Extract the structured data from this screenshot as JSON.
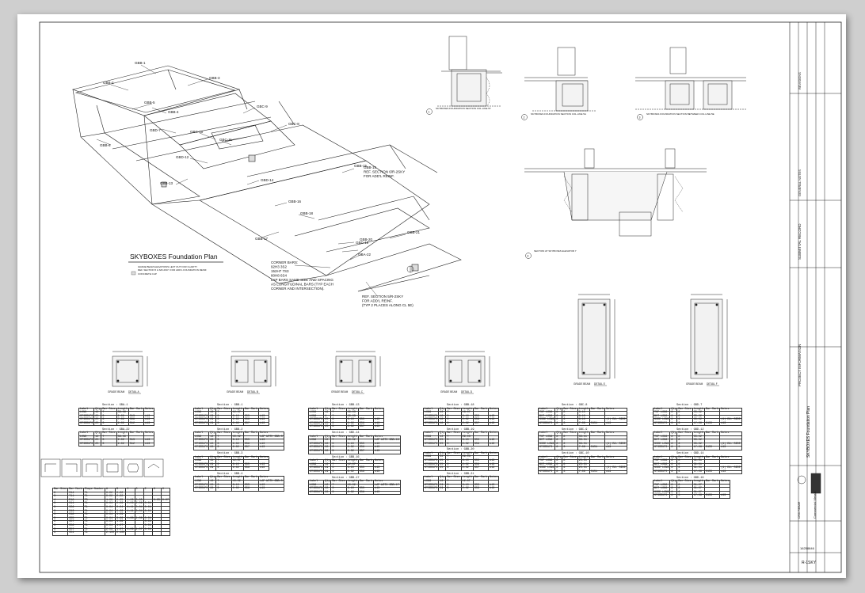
{
  "plan": {
    "title": "SKYBOXES Foundation Plan",
    "notes": [
      "GRADE BEAM ELEVATIONS LEFT OUT FOR CLARITY",
      "REF. SECTION 5 & 6/R-2SKY FOR ADD'L FOUNDATION REINF",
      "CONCRETE CAP"
    ],
    "labels": [
      "GBB-1",
      "GBB-2",
      "GBB-3",
      "GBB-4",
      "GBB-5",
      "GBB-6",
      "GBD-7",
      "GBC-8",
      "GBC-9",
      "GBC-10",
      "GBC-11",
      "GBD-12",
      "GBB-13",
      "GBD-14",
      "GBB-15",
      "GBB-16",
      "GBB-17",
      "GBB-18",
      "GBD-19",
      "GBB-20",
      "GBB-21",
      "GBA-22"
    ],
    "callout_ref": "GBB-15\nREF. SECTION 6/R-2SKY\nFOR ADD'L REINF.",
    "corner_bars": "CORNER BARS:\n92H3 3S2\n152H7 7S3\n80H8 6S4",
    "lap_bars": "LAP BARS SAME SIZE AND SPACING\nAS LONGITUDINAL BARS (TYP EACH\nCORNER AND INTERSECTION).",
    "ref_section": "REF. SECTION 5/R-2SKY\nFOR ADD'L REINF.\n(TYP 2 PLACES ALONG CL 5E)"
  },
  "top_sections": [
    {
      "id": "1",
      "title": "SKYBOXES FOUNDATION SECTION COL.LINE 5T"
    },
    {
      "id": "2",
      "title": "SKYBOXES FOUNDATION SECTION COL.LINE 5A"
    },
    {
      "id": "3",
      "title": "SKYBOXES FOUNDATION SECTION BETWEEN COL.LINE 5E"
    },
    {
      "id": "4",
      "title": "SECTION AT SKYBOXES ELEVATOR 7"
    }
  ],
  "details": [
    {
      "id": "detail-a",
      "caption": "GRADE BEAM",
      "detail": "DETAIL A"
    },
    {
      "id": "detail-b",
      "caption": "GRADE BEAM",
      "detail": "DETAIL B"
    },
    {
      "id": "detail-c",
      "caption": "GRADE BEAM",
      "detail": "DETAIL C"
    },
    {
      "id": "detail-d",
      "caption": "GRADE BEAM",
      "detail": "DETAIL D"
    },
    {
      "id": "detail-e",
      "caption": "GRADE BEAM",
      "detail": "DETAIL E"
    },
    {
      "id": "detail-f",
      "caption": "GRADE BEAM",
      "detail": "DETAIL F"
    }
  ],
  "schedules": {
    "header": [
      "Label",
      "Qty",
      "Bar Size",
      "Length",
      "Bar Mark",
      "Notes"
    ],
    "col1": [
      {
        "title": "Section : GBA-1",
        "rows": [
          [
            "LONG",
            "12",
            "7",
            "39-06",
            "",
            ""
          ],
          [
            "STIRRUPS",
            "25",
            "3",
            "2-02",
            "S13",
            "#13"
          ],
          [
            "STIRRUPS",
            "25",
            "3",
            "7-02",
            "S08",
            "#13"
          ],
          [
            "STIRRUPS",
            "25",
            "3",
            "2-02",
            "S12",
            "#13"
          ]
        ]
      },
      {
        "title": "Section : GBA-22",
        "rows": [
          [
            "LONG",
            "12",
            "7",
            "39-06",
            "",
            ""
          ],
          [
            "STIRRUPS",
            "25",
            "3",
            "2-02",
            "S13",
            "#13"
          ],
          [
            "STIRRUPS",
            "25",
            "3",
            "2-02",
            "S12",
            "#13"
          ]
        ]
      }
    ],
    "col2": [
      {
        "title": "Section : GBB-1",
        "rows": [
          [
            "LONG",
            "12",
            "7",
            "12-07",
            "",
            ""
          ],
          [
            "STIRRUPS",
            "29",
            "3",
            "6-10",
            "S55",
            "#13"
          ],
          [
            "STIRRUPS",
            "29",
            "3",
            "2-02",
            "S56",
            "#13"
          ],
          [
            "STIRRUPS",
            "29",
            "3",
            "2-02",
            "S57",
            "#13"
          ]
        ]
      },
      {
        "title": "Section : GBB-2",
        "rows": [
          [
            "LONG",
            "12",
            "7",
            "40-02",
            "",
            "LAP WITH GBB-3"
          ],
          [
            "STIRRUPS",
            "28",
            "3",
            "6-10",
            "S55",
            "#13"
          ],
          [
            "STIRRUPS",
            "28",
            "3",
            "2-02",
            "S56",
            "#13"
          ],
          [
            "STIRRUPS",
            "28",
            "3",
            "2-02",
            "S57",
            "#13"
          ]
        ]
      },
      {
        "title": "Section : GBB-3",
        "rows": [
          [
            "LONG",
            "12",
            "7",
            "12-07",
            "",
            ""
          ],
          [
            "STIRRUPS",
            "29",
            "3",
            "6-10",
            "S55",
            "#13"
          ],
          [
            "STIRRUPS",
            "29",
            "3",
            "2-02",
            "S56",
            "#13"
          ]
        ]
      },
      {
        "title": "Section : GBB-4",
        "rows": [
          [
            "LONG",
            "12",
            "7",
            "40-02",
            "",
            "LAP WITH GBB-5"
          ],
          [
            "STIRRUPS",
            "28",
            "3",
            "6-10",
            "S55",
            "#13"
          ],
          [
            "STIRRUPS",
            "28",
            "3",
            "2-02",
            "S56",
            "#13"
          ]
        ]
      }
    ],
    "col3": [
      {
        "title": "Section : GBB-13",
        "rows": [
          [
            "LONG",
            "12",
            "7",
            "29-03",
            "",
            ""
          ],
          [
            "LONG",
            "4",
            "7",
            "29-03",
            "",
            ""
          ],
          [
            "STIRRUPS",
            "25",
            "3",
            "6-10",
            "S55",
            "#13"
          ],
          [
            "STIRRUPS",
            "25",
            "3",
            "2-02",
            "S56",
            "#13"
          ],
          [
            "STIRRUPS",
            "25",
            "3",
            "2-02",
            "S57",
            "#13"
          ]
        ]
      },
      {
        "title": "Section : GBD-14",
        "rows": [
          [
            "LONG",
            "12",
            "7",
            "40-02",
            "",
            "LAP WITH GBB-16"
          ],
          [
            "STIRRUPS",
            "28",
            "3",
            "6-10",
            "S55",
            "#13"
          ],
          [
            "STIRRUPS",
            "28",
            "3",
            "2-02",
            "S56",
            "#13"
          ],
          [
            "STIRRUPS",
            "28",
            "3",
            "2-02",
            "S57",
            "#13"
          ]
        ]
      },
      {
        "title": "Section : GBB-16",
        "rows": [
          [
            "LONG",
            "12",
            "7",
            "12-07",
            "",
            ""
          ],
          [
            "STIRRUPS",
            "29",
            "3",
            "6-10",
            "S55",
            "#13"
          ],
          [
            "STIRRUPS",
            "29",
            "3",
            "2-02",
            "S56",
            "#13"
          ]
        ]
      },
      {
        "title": "Section : GBB-17",
        "rows": [
          [
            "LONG",
            "12",
            "7",
            "40-02",
            "",
            "LAP WITH GBB-17"
          ],
          [
            "STIRRUPS",
            "28",
            "3",
            "6-10",
            "S55",
            "#13"
          ],
          [
            "STIRRUPS",
            "28",
            "3",
            "2-02",
            "S56",
            "#13"
          ]
        ]
      }
    ],
    "col4": [
      {
        "title": "Section : GBB-18",
        "rows": [
          [
            "LONG",
            "12",
            "7",
            "18-07",
            "",
            ""
          ],
          [
            "STIRRUPS",
            "18",
            "3",
            "6-10",
            "S55",
            "#13"
          ],
          [
            "STIRRUPS",
            "18",
            "3",
            "2-02",
            "S56",
            "#13"
          ],
          [
            "STIRRUPS",
            "18",
            "3",
            "2-02",
            "S57",
            "#13"
          ]
        ]
      },
      {
        "title": "Section : GBB-19",
        "rows": [
          [
            "LONG",
            "12",
            "7",
            "29-03",
            "",
            ""
          ],
          [
            "STIRRUPS",
            "25",
            "3",
            "6-10",
            "S55",
            "#13"
          ],
          [
            "STIRRUPS",
            "25",
            "3",
            "2-02",
            "S56",
            "#13"
          ]
        ]
      },
      {
        "title": "Section : GBB-20",
        "rows": [
          [
            "LONG",
            "12",
            "7",
            "29-03",
            "",
            ""
          ],
          [
            "STIRRUPS",
            "25",
            "3",
            "6-10",
            "S55",
            "#13"
          ],
          [
            "STIRRUPS",
            "25",
            "3",
            "2-02",
            "S56",
            "#13"
          ],
          [
            "STIRRUPS",
            "25",
            "3",
            "2-02",
            "S57",
            "#13"
          ]
        ]
      },
      {
        "title": "Section : GBB-21",
        "rows": [
          [
            "LONG",
            "12",
            "7",
            "12-07",
            "",
            ""
          ],
          [
            "STIRRUPS",
            "29",
            "3",
            "6-10",
            "S55",
            "#13"
          ],
          [
            "STIRRUPS",
            "29",
            "3",
            "2-02",
            "S56",
            "#13"
          ]
        ]
      }
    ],
    "col5": [
      {
        "title": "Section : GBC-8",
        "rows": [
          [
            "TOP LONG",
            "8",
            "8",
            "8-10",
            "",
            ""
          ],
          [
            "BOT LONG",
            "8",
            "8",
            "8-10",
            "",
            ""
          ],
          [
            "SIDE LONG",
            "8",
            "6",
            "8-10",
            "",
            "(1) EA. SIDE"
          ],
          [
            "STIRRUPS",
            "8",
            "3",
            "7-06",
            "S151",
            "#13"
          ]
        ]
      },
      {
        "title": "Section : GBC-9",
        "rows": [
          [
            "TOP LONG",
            "8",
            "8",
            "33-01",
            "",
            ""
          ],
          [
            "BOT LONG",
            "8",
            "8",
            "33-01",
            "",
            ""
          ],
          [
            "SIDE LONG",
            "8",
            "6",
            "33-01",
            "",
            "(1) EA. SIDE"
          ],
          [
            "STIRRUPS",
            "8",
            "3",
            "7-06",
            "S151",
            "#13"
          ]
        ]
      },
      {
        "title": "Section : GBC-10",
        "rows": [
          [
            "TOP LONG",
            "8",
            "8",
            "25-01",
            "",
            ""
          ],
          [
            "BOT LONG",
            "8",
            "8",
            "25-01",
            "",
            ""
          ],
          [
            "SIDE LONG",
            "8",
            "6",
            "25-01",
            "",
            "(1) EA. SIDE"
          ],
          [
            "STIRRUPS",
            "8",
            "3",
            "7-06",
            "S151",
            "#13"
          ]
        ]
      }
    ],
    "col6": [
      {
        "title": "Section : GBD-7",
        "rows": [
          [
            "TOP LONG",
            "8",
            "8",
            "35-02",
            "",
            ""
          ],
          [
            "BOT LONG",
            "8",
            "8",
            "35-02",
            "",
            ""
          ],
          [
            "SIDE LONG",
            "8",
            "6",
            "35-02",
            "",
            "(1) EA. SIDE"
          ],
          [
            "STIRRUPS",
            "8",
            "3",
            "17-06",
            "S155",
            "#13"
          ]
        ]
      },
      {
        "title": "Section : GBD-12",
        "rows": [
          [
            "TOP LONG",
            "8",
            "8",
            "35-02",
            "",
            ""
          ],
          [
            "BOT LONG",
            "8",
            "8",
            "35-02",
            "",
            ""
          ],
          [
            "SIDE LONG",
            "8",
            "6",
            "35-02",
            "",
            "(1) EA. SIDE"
          ],
          [
            "STIRRUPS",
            "8",
            "3",
            "17-06",
            "S155",
            "#13"
          ]
        ]
      },
      {
        "title": "Section : GBD-14",
        "rows": [
          [
            "TOP LONG",
            "8",
            "8",
            "31-01",
            "",
            ""
          ],
          [
            "BOT LONG",
            "8",
            "8",
            "31-01",
            "",
            ""
          ],
          [
            "SIDE LONG",
            "8",
            "6",
            "31-01",
            "",
            "(1) EA. SIDE"
          ],
          [
            "STIRRUPS",
            "8",
            "3",
            "17-06",
            "S155",
            "#13"
          ]
        ]
      },
      {
        "title": "Section : GBD-19",
        "rows": [
          [
            "TOP LONG",
            "8",
            "8",
            "31-07",
            "",
            ""
          ],
          [
            "BOT LONG",
            "8",
            "8",
            "31-07",
            "",
            ""
          ],
          [
            "SIDE LONG",
            "8",
            "6",
            "31-07",
            "",
            ""
          ],
          [
            "STIRRUPS",
            "8",
            "3",
            "17-06",
            "S155",
            "#13"
          ]
        ]
      }
    ],
    "bend": {
      "header": [
        "Bar Size",
        "Bar Mark",
        "Shape Number",
        "A",
        "B",
        "C",
        "D",
        "E",
        "K",
        "H"
      ],
      "rows": [
        [
          "8",
          "S14",
          "T1",
          "0-02",
          "0-02",
          "",
          "",
          "",
          "",
          ""
        ],
        [
          "3",
          "T11",
          "T1",
          "0-02",
          "2-02",
          "",
          "",
          "",
          "",
          ""
        ],
        [
          "4",
          "R18",
          "T5",
          "1-06",
          "0-05",
          "1-06",
          "0-05",
          "",
          "0-05",
          "0-07"
        ],
        [
          "3",
          "S11",
          "T1",
          "0-04",
          "2-06",
          "0-06",
          "2-06",
          "0-04",
          "",
          ""
        ],
        [
          "3",
          "S06",
          "T1",
          "0-04",
          "0-04",
          "4-11",
          "0-04",
          "0-04",
          "",
          ""
        ],
        [
          "3",
          "S13",
          "T1",
          "0-04",
          "0-06",
          "4-11",
          "0-04",
          "0-04",
          "",
          ""
        ],
        [
          "3",
          "S18",
          "T1",
          "0-04",
          "1-09",
          "",
          "",
          "",
          "",
          ""
        ],
        [
          "3",
          "S55",
          "T1",
          "0-04",
          "3-06",
          "1-08",
          "1-08",
          "0-04",
          "",
          ""
        ],
        [
          "3",
          "S57",
          "T1",
          "0-04",
          "1-06",
          "",
          "",
          "0-04",
          "",
          ""
        ],
        [
          "3",
          "S56",
          "T1",
          "0-04",
          "1-07",
          "",
          "",
          "0-04",
          "",
          ""
        ],
        [
          "3",
          "S57",
          "T1",
          "2-06",
          "1-07",
          "1-06",
          "1-07",
          "0-04",
          "",
          ""
        ],
        [
          "3",
          "S51",
          "T1",
          "2-100",
          "2-100",
          "",
          "",
          "",
          "",
          ""
        ]
      ]
    }
  },
  "title_block": {
    "sheet_number": "R-1SKY",
    "drawing_title": "SKYBOXES Foundation Plan",
    "company": "Commercial Metals",
    "section_label": "PROJECT INFORMATION",
    "submittal_label": "SUBMITTAL RECORD",
    "revisions_label": "REVISIONS",
    "general_label": "GENERAL NOTES",
    "job_number": "16258846",
    "crsi_label": "CRSI REBAR"
  }
}
